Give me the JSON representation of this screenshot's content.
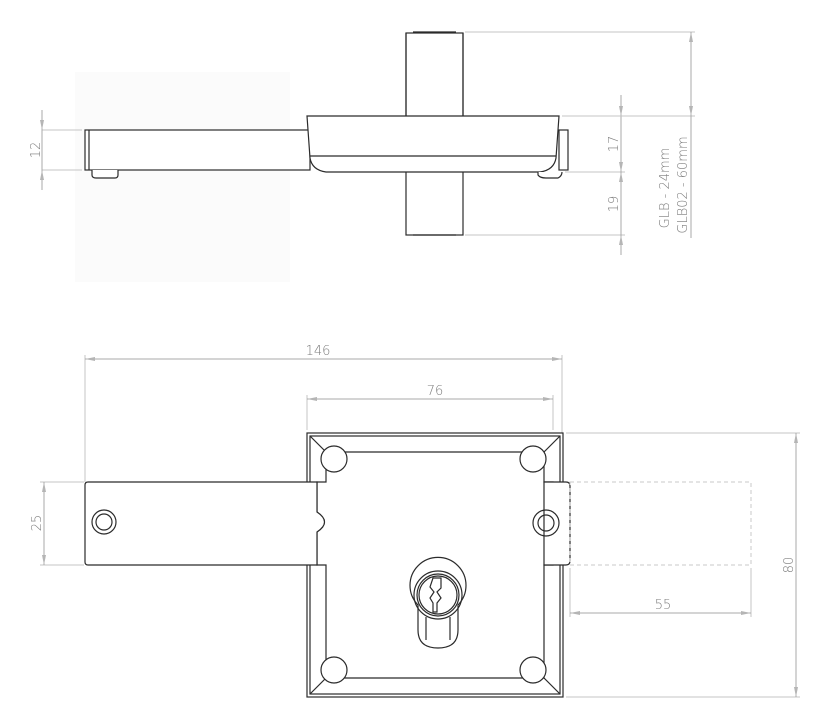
{
  "drawing": {
    "side_view": {
      "dimensions": {
        "bolt_thickness": "12",
        "case_upper": "17",
        "case_lower": "19",
        "cylinder_length_line1": "GLB - 24mm",
        "cylinder_length_line2": "GLB02 - 60mm"
      }
    },
    "front_view": {
      "dimensions": {
        "overall_width": "146",
        "case_width": "76",
        "bolt_height": "25",
        "bolt_throw": "55",
        "case_height": "80"
      }
    }
  },
  "colors": {
    "outline": "#2b2b2b",
    "dimension": "#a9a9a9",
    "dimension_text": "#7a7a7a",
    "background": "#ffffff"
  }
}
